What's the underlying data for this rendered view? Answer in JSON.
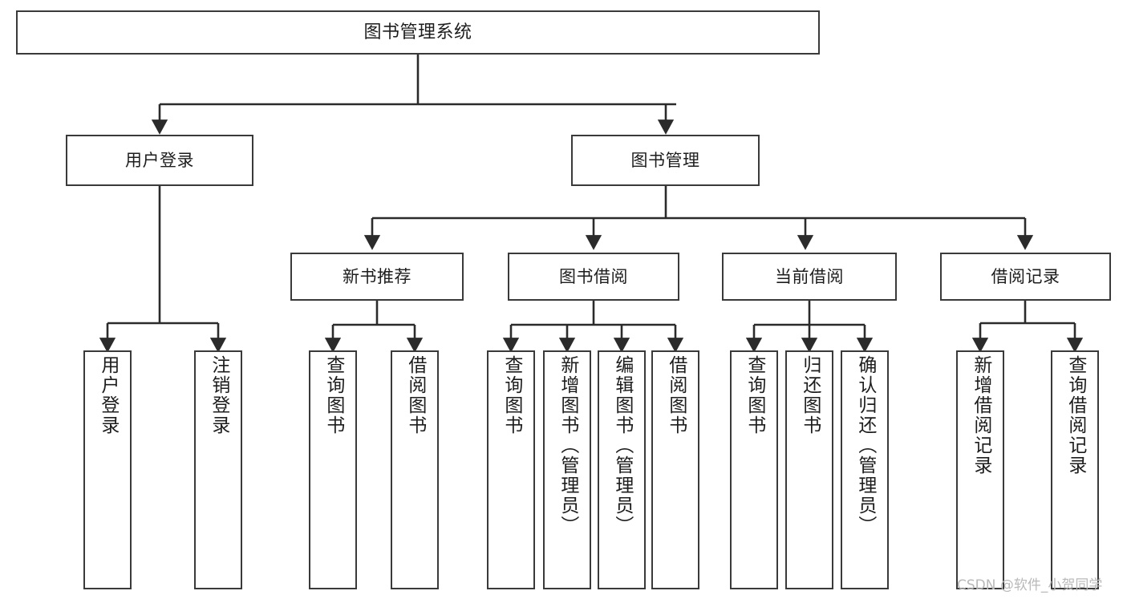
{
  "diagram": {
    "title": "图书管理系统",
    "type": "functional-structure-tree",
    "watermark": "CSDN @软件_小贺同学",
    "colors": {
      "background": "#ffffff",
      "box_border": "#3a3a3a",
      "box_fill": "#ffffff",
      "connector": "#2b2b2b",
      "text": "#1d1d1d",
      "watermark": "#b9b9b9"
    },
    "nodes": {
      "root": {
        "label": "图书管理系统"
      },
      "level2": [
        {
          "id": "user-login",
          "label": "用户登录"
        },
        {
          "id": "book-management",
          "label": "图书管理"
        }
      ],
      "level3": [
        {
          "id": "new-book-recommend",
          "label": "新书推荐"
        },
        {
          "id": "book-borrow",
          "label": "图书借阅"
        },
        {
          "id": "current-borrow",
          "label": "当前借阅"
        },
        {
          "id": "borrow-record",
          "label": "借阅记录"
        }
      ],
      "leaves": {
        "user-login": [
          {
            "id": "leaf-user-login",
            "label": "用户登录"
          },
          {
            "id": "leaf-logout-login",
            "label": "注销登录"
          }
        ],
        "new-book-recommend": [
          {
            "id": "leaf-query-book-1",
            "label": "查询图书"
          },
          {
            "id": "leaf-borrow-book-1",
            "label": "借阅图书"
          }
        ],
        "book-borrow": [
          {
            "id": "leaf-query-book-2",
            "label": "查询图书"
          },
          {
            "id": "leaf-add-book",
            "label": "新增图书（管理员）"
          },
          {
            "id": "leaf-edit-book",
            "label": "编辑图书（管理员）"
          },
          {
            "id": "leaf-borrow-book-2",
            "label": "借阅图书"
          }
        ],
        "current-borrow": [
          {
            "id": "leaf-query-book-3",
            "label": "查询图书"
          },
          {
            "id": "leaf-return-book",
            "label": "归还图书"
          },
          {
            "id": "leaf-confirm-return",
            "label": "确认归还（管理员）"
          }
        ],
        "borrow-record": [
          {
            "id": "leaf-add-record",
            "label": "新增借阅记录"
          },
          {
            "id": "leaf-query-record",
            "label": "查询借阅记录"
          }
        ]
      }
    }
  }
}
